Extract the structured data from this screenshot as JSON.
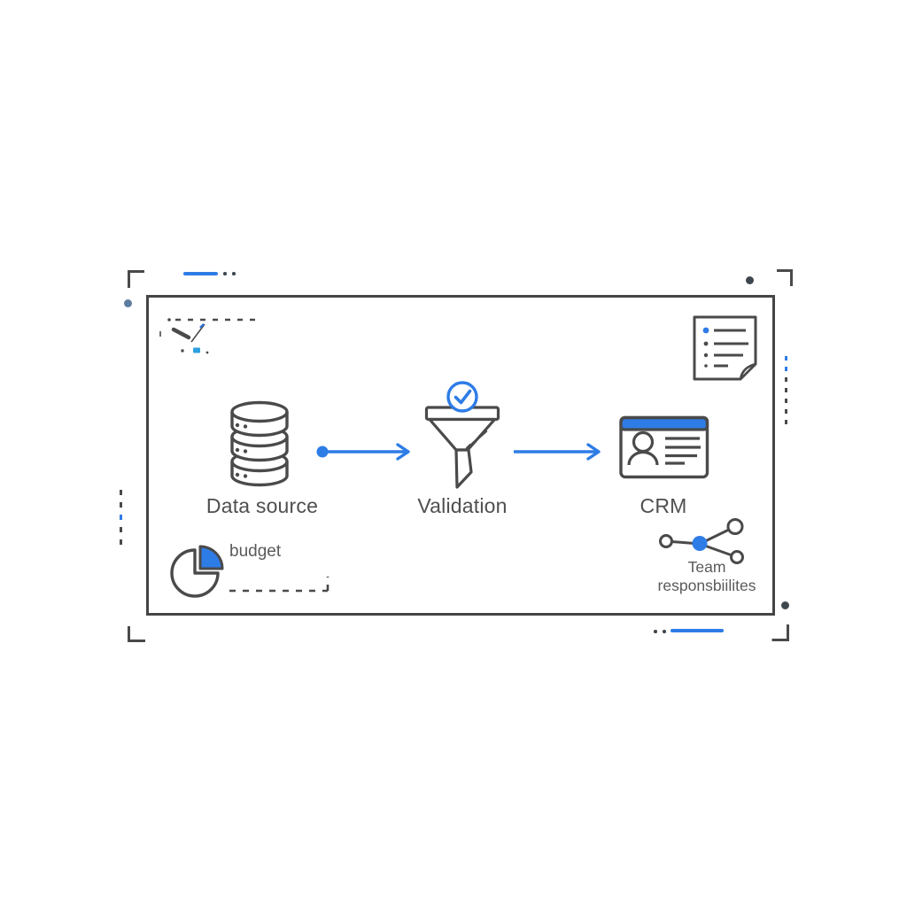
{
  "colors": {
    "accent_blue": "#2e7ce6",
    "light_blue": "#2da0e0",
    "stroke_dark": "#4a4a4a",
    "text_dark": "#4f4f4f",
    "text_gray": "#5a5a5a",
    "muted_blue_gray": "#5d7ca0",
    "dot_dark": "#3f474e"
  },
  "flow": {
    "steps": [
      {
        "label": "Data source",
        "icon": "database-icon"
      },
      {
        "label": "Validation",
        "icon": "funnel-check-icon"
      },
      {
        "label": "CRM",
        "icon": "contact-card-icon"
      }
    ],
    "connectors": [
      "arrow-right",
      "arrow-right"
    ]
  },
  "annotations": {
    "budget": "budget",
    "team_line1": "Team",
    "team_line2": "responsbiilites"
  },
  "decorations": {
    "icons": [
      "document-list-icon",
      "pie-chart-icon",
      "network-nodes-icon",
      "scribble-doodle",
      "frame-brackets"
    ]
  }
}
